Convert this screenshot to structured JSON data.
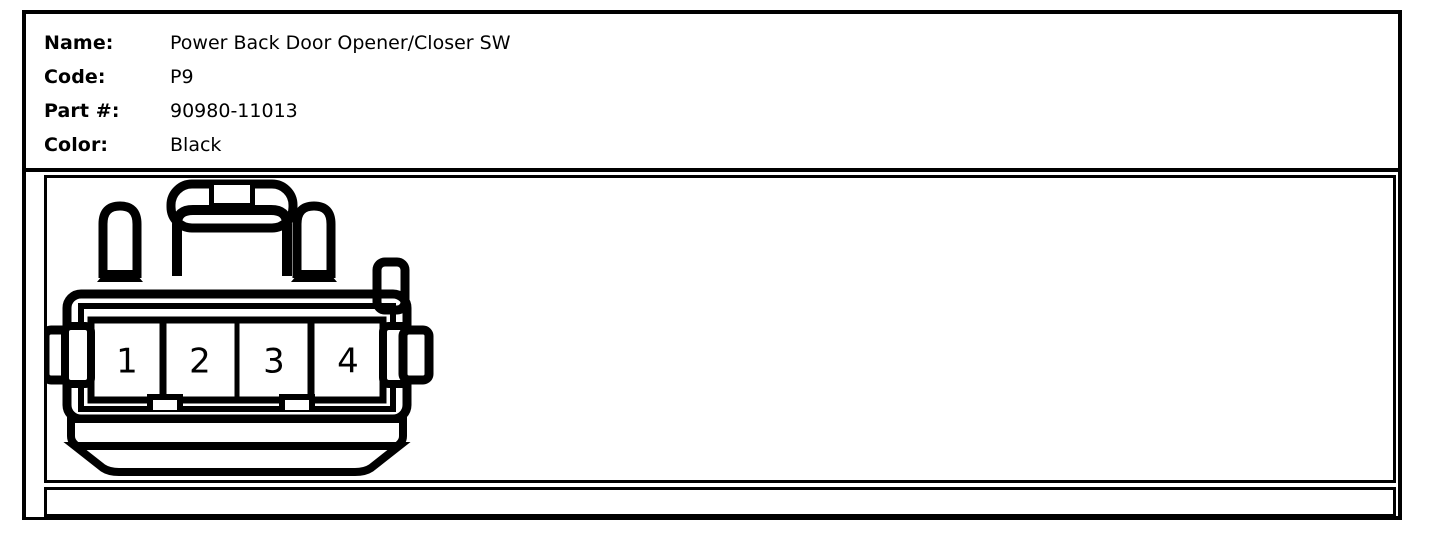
{
  "card": {
    "info": {
      "rows": [
        {
          "label": "Name:",
          "value": "Power Back Door Opener/Closer SW"
        },
        {
          "label": "Code:",
          "value": "P9"
        },
        {
          "label": "Part #:",
          "value": "90980-11013"
        },
        {
          "label": "Color:",
          "value": "Black"
        }
      ]
    },
    "diagram": {
      "kind": "connector-face-view",
      "description": "4-way rectangular automotive connector, front face view with numbered cavities",
      "cavity_count": 4,
      "pins": [
        {
          "number": "1"
        },
        {
          "number": "2"
        },
        {
          "number": "3"
        },
        {
          "number": "4"
        }
      ],
      "features": [
        "top-center-latch",
        "left-guide-post",
        "right-guide-post",
        "right-side-key-tab",
        "left-side-lock-tab",
        "right-side-lock-tab",
        "bottom-shroud-skirt"
      ]
    },
    "footer": {
      "text": ""
    },
    "colors": {
      "line": "#000000",
      "background": "#ffffff"
    }
  }
}
